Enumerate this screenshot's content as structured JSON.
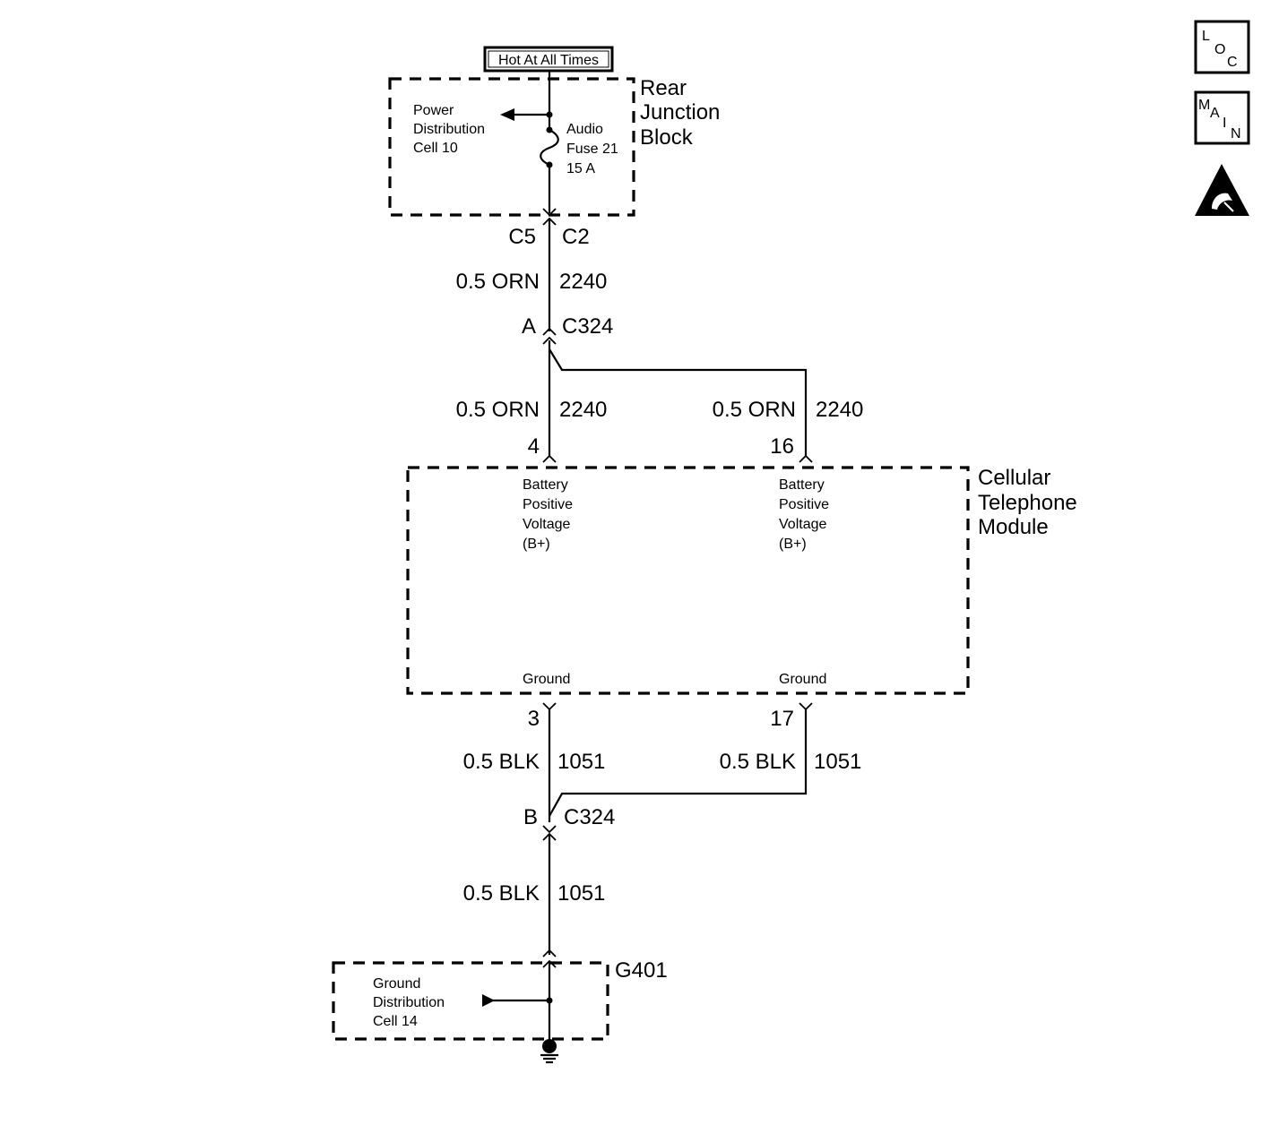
{
  "power_source": {
    "label": "Hot At All Times"
  },
  "rear_junction_block": {
    "title": [
      "Rear",
      "Junction",
      "Block"
    ],
    "power_distribution": [
      "Power",
      "Distribution",
      "Cell 10"
    ],
    "fuse": [
      "Audio",
      "Fuse 21",
      "15 A"
    ]
  },
  "connector_top": {
    "left": "C5",
    "right": "C2"
  },
  "wire_fuse_to_c324": {
    "gauge_color": "0.5 ORN",
    "circuit": "2240"
  },
  "c324_a": {
    "pin": "A",
    "name": "C324"
  },
  "wire_c324_to_pin4": {
    "gauge_color": "0.5 ORN",
    "circuit": "2240"
  },
  "wire_c324_to_pin16": {
    "gauge_color": "0.5 ORN",
    "circuit": "2240"
  },
  "module": {
    "title": [
      "Cellular",
      "Telephone",
      "Module"
    ],
    "pin4": {
      "number": "4",
      "label": [
        "Battery",
        "Positive",
        "Voltage",
        "(B+)"
      ]
    },
    "pin16": {
      "number": "16",
      "label": [
        "Battery",
        "Positive",
        "Voltage",
        "(B+)"
      ]
    },
    "pin3": {
      "number": "3",
      "label": "Ground"
    },
    "pin17": {
      "number": "17",
      "label": "Ground"
    }
  },
  "wire_pin3_to_c324": {
    "gauge_color": "0.5 BLK",
    "circuit": "1051"
  },
  "wire_pin17_to_c324": {
    "gauge_color": "0.5 BLK",
    "circuit": "1051"
  },
  "c324_b": {
    "pin": "B",
    "name": "C324"
  },
  "wire_c324_to_g401": {
    "gauge_color": "0.5 BLK",
    "circuit": "1051"
  },
  "ground": {
    "name": "G401",
    "distribution": [
      "Ground",
      "Distribution",
      "Cell 14"
    ]
  },
  "side_icons": {
    "loc": {
      "icon": "loc-icon",
      "letters": [
        "L",
        "O",
        "C"
      ]
    },
    "main": {
      "icon": "main-icon",
      "letters": [
        "M",
        "A",
        "I",
        "N"
      ]
    },
    "esd": {
      "icon": "esd-warning-icon"
    }
  }
}
